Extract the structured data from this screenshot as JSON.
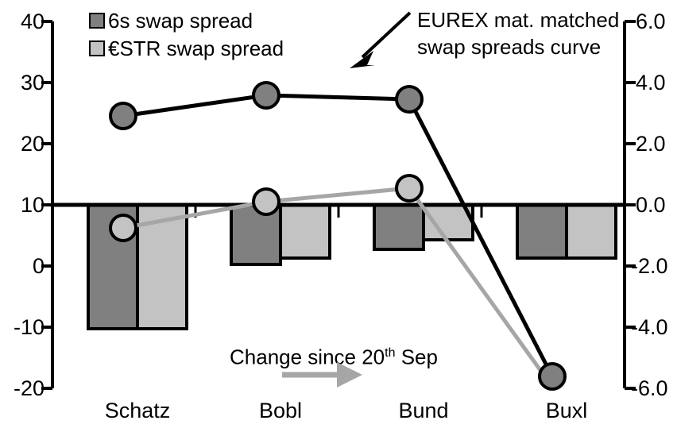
{
  "chart_data": {
    "type": "bar",
    "title": "",
    "subtitle": "",
    "xlabel": "",
    "ylabel": "",
    "categories": [
      "Schatz",
      "Bobl",
      "Bund",
      "Buxl"
    ],
    "grid": false,
    "legend_position": "top-left",
    "left_axis": {
      "label": "",
      "ticks": [
        "40",
        "30",
        "20",
        "10",
        "0",
        "-10",
        "-20"
      ],
      "tick_values": [
        40,
        30,
        20,
        10,
        0,
        -10,
        -20
      ],
      "ylim": [
        -20,
        40
      ]
    },
    "right_axis": {
      "label": "",
      "ticks": [
        "6.0",
        "4.0",
        "2.0",
        "0.0",
        "-2.0",
        "-4.0",
        "-6.0"
      ],
      "tick_values": [
        6.0,
        4.0,
        2.0,
        0.0,
        -2.0,
        -4.0,
        -6.0
      ],
      "ylim": [
        -6.0,
        6.0
      ]
    },
    "series": [
      {
        "name": "6s swap spread",
        "type": "bar",
        "axis": "right",
        "color": "#808080",
        "values": [
          -4.05,
          -1.95,
          -1.45,
          -1.75
        ]
      },
      {
        "name": "€STR swap spread",
        "type": "bar",
        "axis": "right",
        "color": "#c3c3c3",
        "values": [
          -4.05,
          -1.75,
          -1.15,
          -1.75
        ]
      },
      {
        "name": "EUREX mat. matched swap spreads curve",
        "type": "line",
        "axis": "left",
        "color": "#000000",
        "marker_fill": "#808080",
        "values": [
          24.5,
          27.9,
          27.3,
          -18.0
        ]
      },
      {
        "name": "Change since 20th Sep",
        "type": "line",
        "axis": "right",
        "color": "#a6a6a6",
        "marker_fill": "#c3c3c3",
        "values": [
          -0.75,
          0.1,
          0.55,
          -5.95
        ]
      }
    ],
    "annotations": [
      {
        "id": "curve-callout",
        "text_line1": "EUREX mat. matched",
        "text_line2": "swap spreads curve"
      },
      {
        "id": "change-note",
        "text_prefix": "Change since 20",
        "text_sup": "th",
        "text_suffix": " Sep"
      }
    ]
  },
  "legend": {
    "items": [
      {
        "label": "6s swap spread",
        "color": "#808080"
      },
      {
        "label": "€STR swap spread",
        "color": "#c3c3c3"
      }
    ]
  },
  "left_axis_labels": [
    "40",
    "30",
    "20",
    "10",
    "0",
    "-10",
    "-20"
  ],
  "right_axis_labels": [
    "6.0",
    "4.0",
    "2.0",
    "0.0",
    "-2.0",
    "-4.0",
    "-6.0"
  ],
  "category_labels": [
    "Schatz",
    "Bobl",
    "Bund",
    "Buxl"
  ],
  "callout": {
    "line1": "EUREX mat. matched",
    "line2": "swap spreads curve"
  },
  "change_note": {
    "prefix": "Change since 20",
    "sup": "th",
    "suffix": " Sep"
  }
}
